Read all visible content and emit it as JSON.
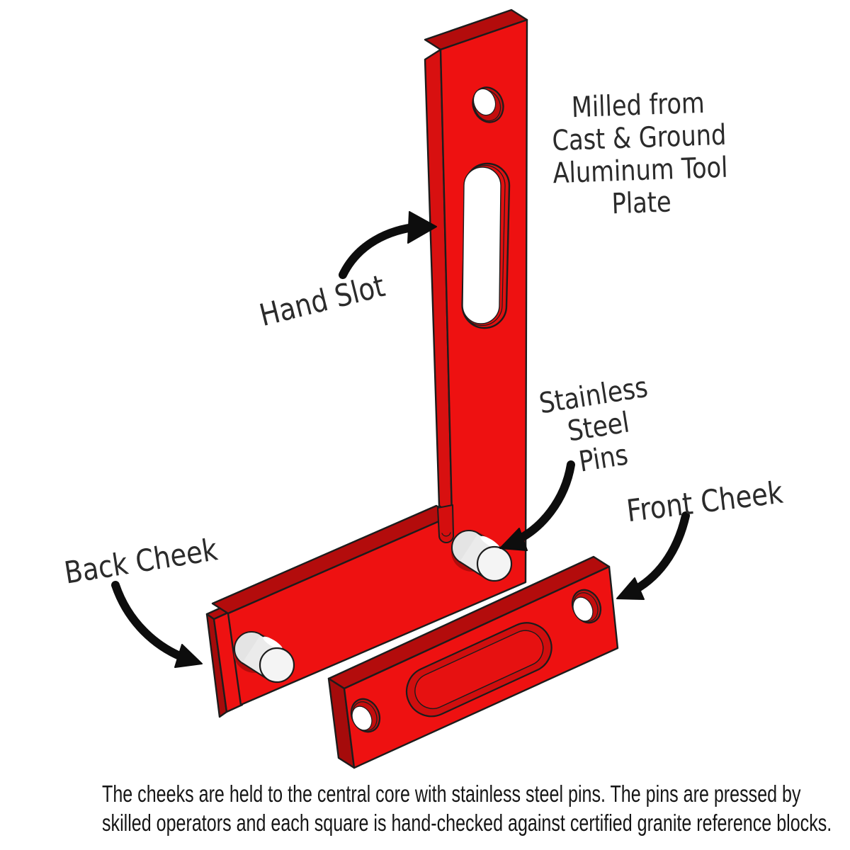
{
  "scene": {
    "background": "#ffffff",
    "outline_color": "#1c1c1c",
    "body_red": "#ee1111",
    "top_face_red": "#b30c0c",
    "side_face_red": "#d81010",
    "dark_side_red": "#a50b0b",
    "bore_wall_red": "#c30d0d",
    "recess_red": "#cf0e0e",
    "recess_floor_red": "#e61111",
    "pin_silver": "#ebebeb",
    "pin_face_silver": "#f4f4f4",
    "arrow_black": "#0d0d0d",
    "label_ink": "#2b2b2b",
    "caption_ink": "#161616"
  },
  "parts": [
    "central-core",
    "hand-slot",
    "hanging-hole",
    "relief-slot",
    "stainless-steel-pin-left",
    "stainless-steel-pin-right",
    "back-cheek",
    "front-cheek",
    "front-cheek-recess",
    "front-cheek-holes"
  ],
  "annotations": [
    "hand-slot-arrow",
    "pins-arrow",
    "front-cheek-arrow",
    "back-cheek-arrow"
  ],
  "labels": {
    "material": {
      "lines": [
        "Milled from",
        "Cast & Ground",
        "Aluminum Tool",
        "Plate"
      ]
    },
    "hand_slot": {
      "text": "Hand Slot"
    },
    "pins": {
      "lines": [
        "Stainless",
        "Steel",
        "Pins"
      ]
    },
    "front_cheek": {
      "text": "Front Cheek"
    },
    "back_cheek": {
      "text": "Back Cheek"
    }
  },
  "caption": {
    "line1": "The cheeks are held to the central core with stainless steel pins. The pins are pressed by",
    "line2": "skilled operators and each square is hand-checked against certified granite reference blocks."
  }
}
